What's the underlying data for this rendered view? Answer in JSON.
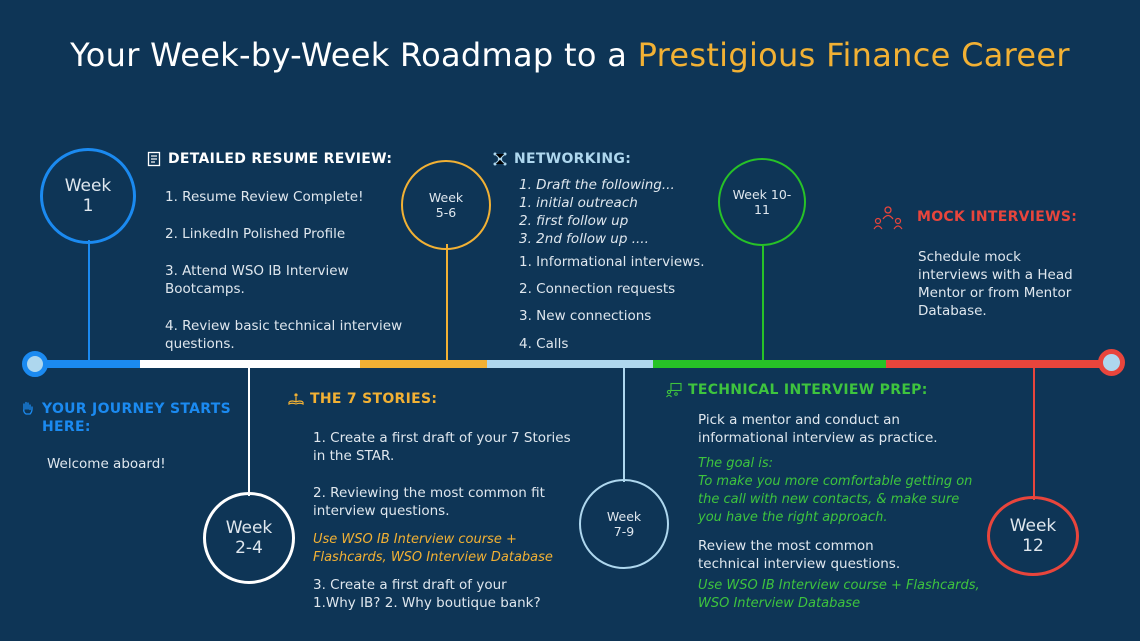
{
  "title": {
    "main": "Your Week-by-Week Roadmap to a ",
    "accent": "Prestigious Finance Career"
  },
  "colors": {
    "background": "#0e3556",
    "week1": "#1b8af0",
    "week2_4": "#ffffff",
    "week5_6": "#f2b134",
    "week7_9": "#aed7ee",
    "week10_11": "#27c227",
    "week12": "#e8453c"
  },
  "weeks": {
    "w1": [
      "Week",
      "1"
    ],
    "w2_4": [
      "Week",
      "2-4"
    ],
    "w5_6": [
      "Week",
      "5-6"
    ],
    "w7_9": [
      "Week",
      "7-9"
    ],
    "w10_11": [
      "Week 10-",
      "11"
    ],
    "w12": [
      "Week",
      "12"
    ]
  },
  "journey": {
    "icon": "hand-wave-icon",
    "heading_1": "YOUR JOURNEY STARTS",
    "heading_2": "HERE:",
    "text": "Welcome aboard!"
  },
  "resume": {
    "icon": "document-icon",
    "heading": "DETAILED RESUME REVIEW:",
    "items": [
      "1. Resume Review Complete!",
      "2. LinkedIn Polished Profile",
      "3. Attend WSO IB Interview",
      "Bootcamps.",
      "4.  Review basic technical interview",
      "questions."
    ]
  },
  "stories": {
    "icon": "book-icon",
    "heading": "THE 7 STORIES:",
    "items": [
      "1. Create a first draft of your 7 Stories",
      "in the STAR.",
      "2. Reviewing the most common fit",
      "interview questions.",
      "3. Create a first draft of your",
      "1.Why IB? 2. Why boutique bank?"
    ],
    "note": [
      "Use WSO IB Interview course +",
      "Flashcards, WSO Interview Database"
    ]
  },
  "networking": {
    "icon": "network-icon",
    "heading": "NETWORKING:",
    "drafts": [
      "1. Draft the following...",
      "1. initial outreach",
      "2. first follow up",
      "2nd follow up ...."
    ],
    "drafts_prefix": "3. ",
    "items": [
      "1. Informational interviews.",
      "2. Connection requests",
      "3. New connections",
      "4. Calls"
    ]
  },
  "technical": {
    "icon": "people-board-icon",
    "heading": "TECHNICAL INTERVIEW PREP:",
    "intro": [
      "Pick a mentor and conduct an",
      "informational interview as practice."
    ],
    "goal": [
      "The goal is:",
      "To make you more comfortable getting on",
      "the call with new contacts, & make sure",
      "you have the right approach."
    ],
    "review": [
      "Review the most common",
      "technical interview questions."
    ],
    "note": [
      "Use WSO IB Interview course + Flashcards,",
      "WSO Interview Database"
    ]
  },
  "mock": {
    "icon": "people-meeting-icon",
    "heading": "MOCK INTERVIEWS:",
    "text": [
      "Schedule mock",
      "interviews with a Head",
      "Mentor or from Mentor",
      "Database."
    ]
  }
}
